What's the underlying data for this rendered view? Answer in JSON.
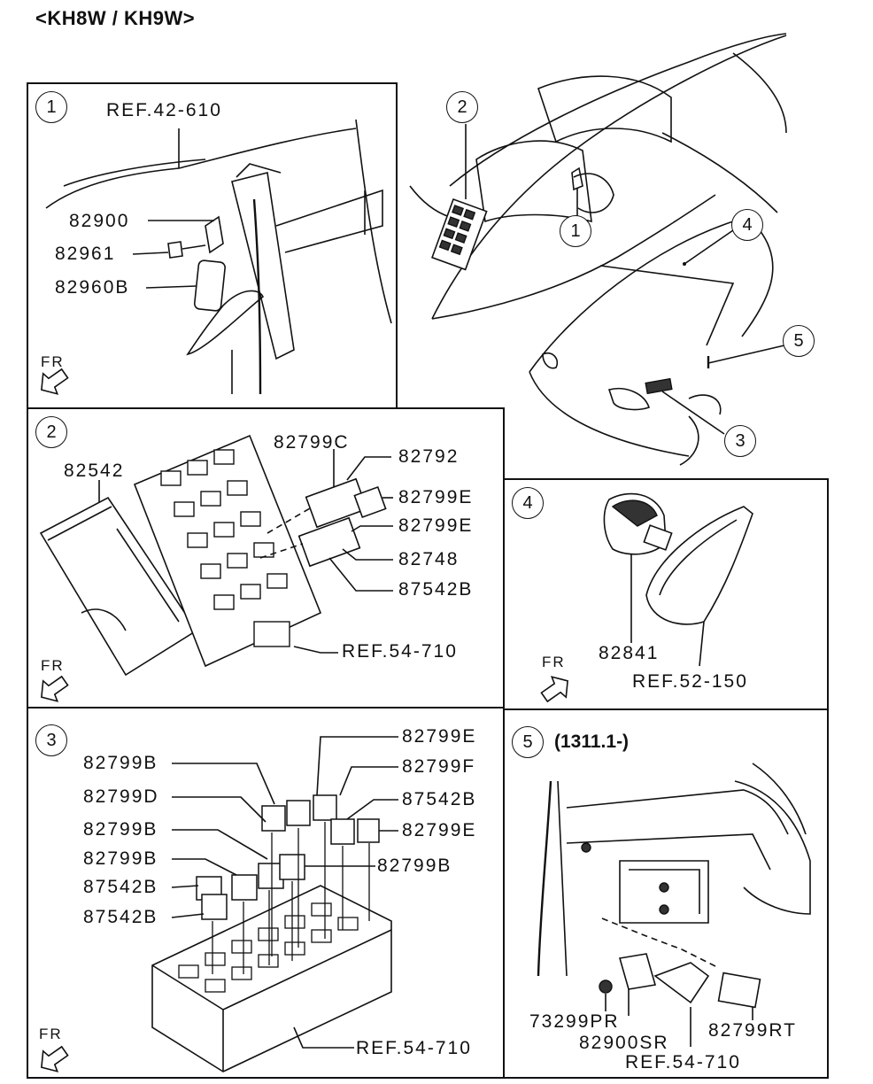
{
  "title": "<KH8W / KH9W>",
  "overview": {
    "callouts": [
      "2",
      "1",
      "4",
      "5",
      "3"
    ]
  },
  "panels": [
    {
      "id": "1",
      "ref": "REF.42-610",
      "parts": [
        "82900",
        "82961",
        "82960B"
      ],
      "fr_label": "FR"
    },
    {
      "id": "2",
      "ref": "REF.54-710",
      "parts": [
        "82542",
        "82799C",
        "82792",
        "82799E",
        "82799E",
        "82748",
        "87542B"
      ],
      "fr_label": "FR"
    },
    {
      "id": "3",
      "ref": "REF.54-710",
      "parts_left": [
        "82799B",
        "82799D",
        "82799B",
        "82799B",
        "87542B",
        "87542B"
      ],
      "parts_right": [
        "82799E",
        "82799F",
        "87542B",
        "82799E",
        "82799B"
      ],
      "fr_label": "FR"
    },
    {
      "id": "4",
      "ref": "REF.52-150",
      "parts": [
        "82841"
      ],
      "fr_label": "FR"
    },
    {
      "id": "5",
      "serial": "(1311.1-)",
      "ref": "REF.54-710",
      "parts": [
        "73299PR",
        "82900SR",
        "82799RT"
      ]
    }
  ]
}
